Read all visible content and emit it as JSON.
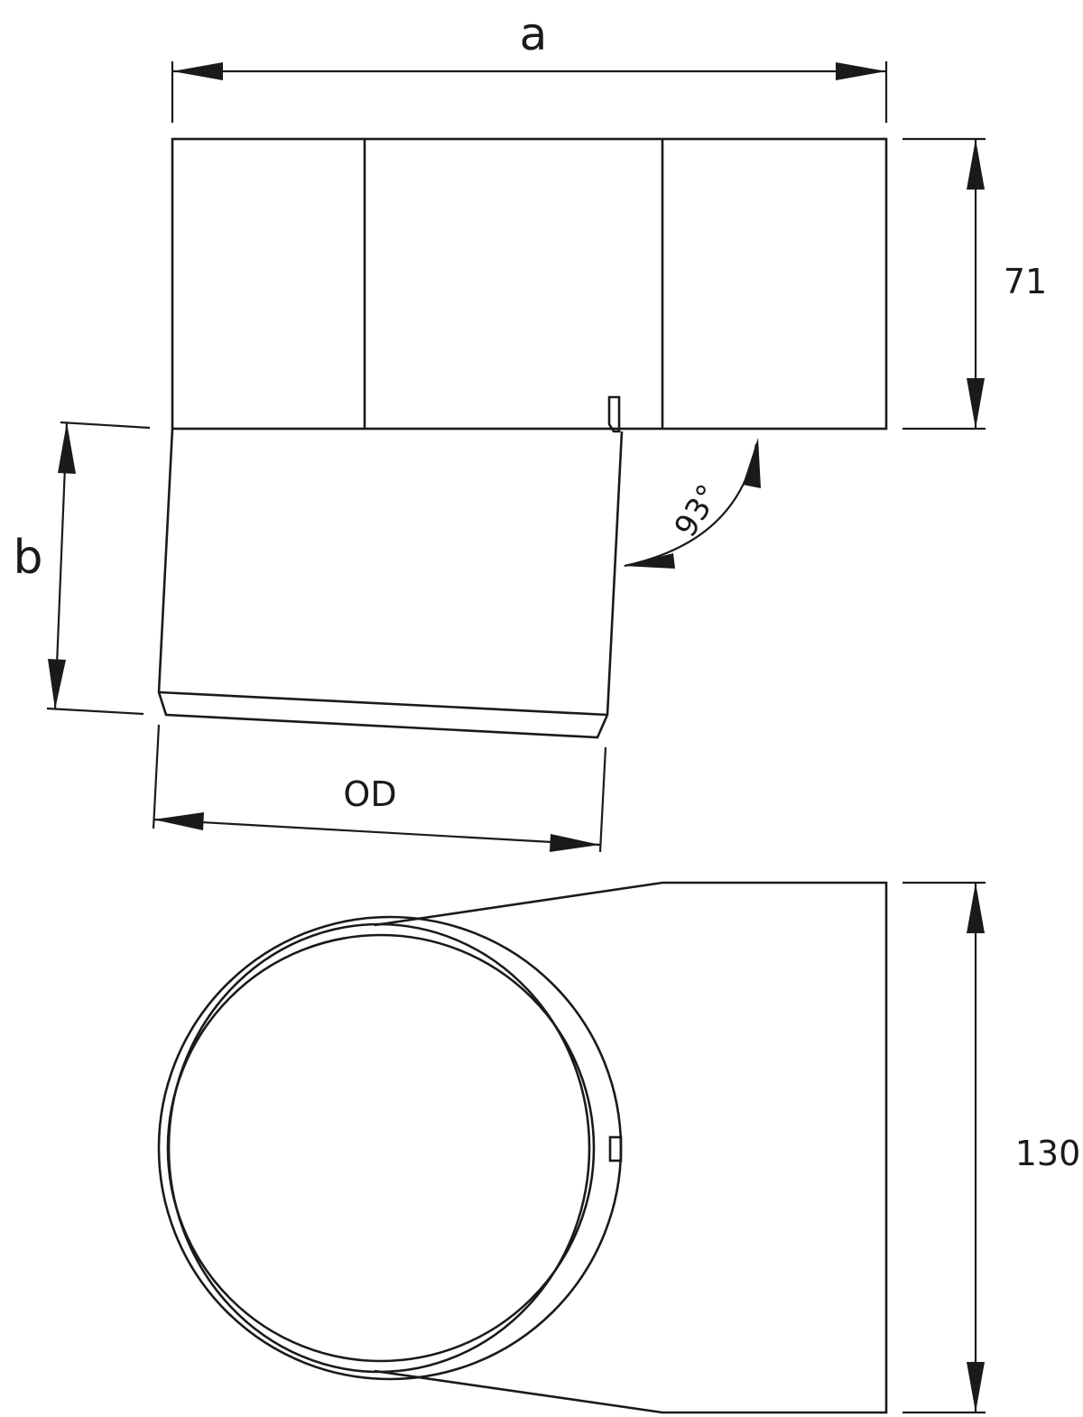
{
  "labels": {
    "a": "a",
    "b": "b",
    "od": "OD",
    "height_71": "71",
    "angle": "93°",
    "width_130": "130"
  },
  "colors": {
    "line": "#1a1a1a",
    "background": "#ffffff"
  }
}
